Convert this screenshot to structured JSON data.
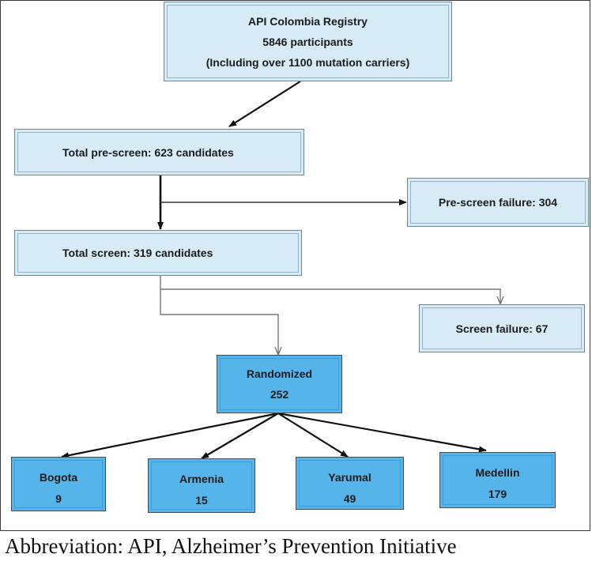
{
  "boxes": {
    "registry": {
      "line1": "API Colombia Registry",
      "line2": "5846 participants",
      "line3": "(Including over 1100 mutation carriers)"
    },
    "prescreen": {
      "label": "Total pre-screen: 623 candidates"
    },
    "prescreen_failure": {
      "label": "Pre-screen failure: 304"
    },
    "screen": {
      "label": "Total screen: 319 candidates"
    },
    "screen_failure": {
      "label": "Screen failure: 67"
    },
    "randomized": {
      "label": "Randomized",
      "count": "252"
    },
    "sites": [
      {
        "name": "Bogota",
        "count": "9"
      },
      {
        "name": "Armenia",
        "count": "15"
      },
      {
        "name": "Yarumal",
        "count": "49"
      },
      {
        "name": "Medellin",
        "count": "179"
      }
    ]
  },
  "colors": {
    "light_box": "#d6ebf5",
    "dark_box": "#55b5ea",
    "arrow_dark": "#111111",
    "arrow_gray": "#888888"
  },
  "footnote": "Abbreviation: API, Alzheimer’s Prevention Initiative"
}
